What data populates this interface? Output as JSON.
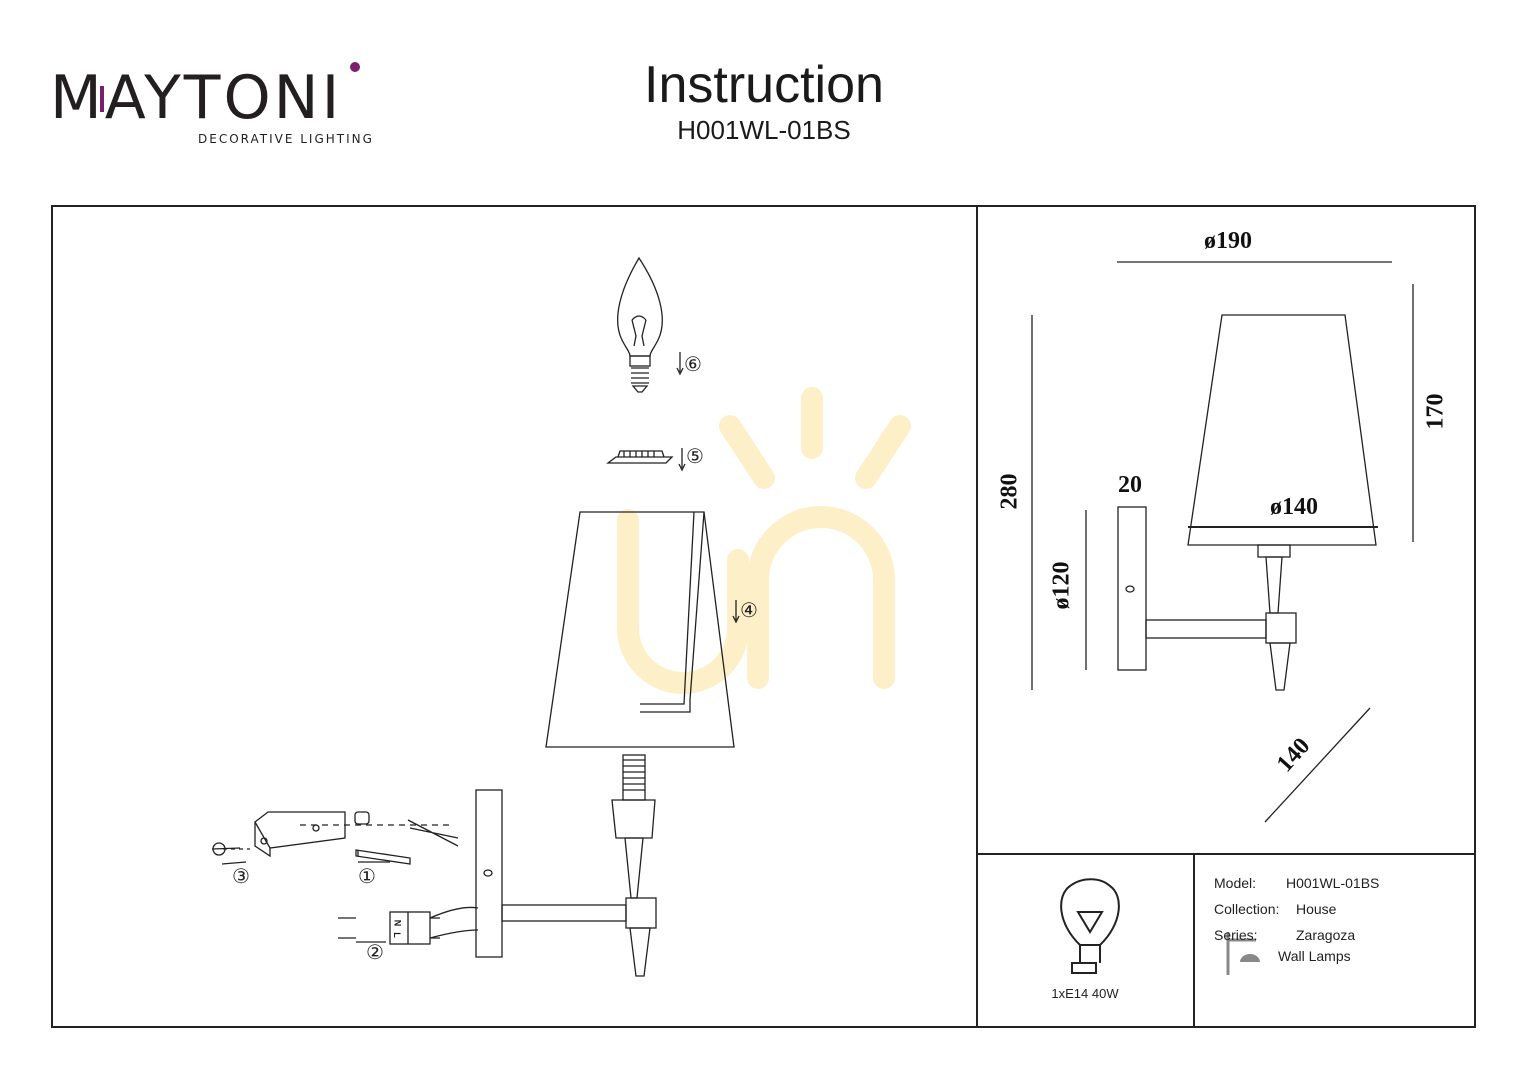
{
  "header": {
    "brand": "MAYTONI",
    "brand_tagline": "DECORATIVE LIGHTING",
    "title": "Instruction",
    "model_code": "H001WL-01BS"
  },
  "assembly": {
    "callouts": [
      "①",
      "②",
      "③",
      "④",
      "⑤",
      "⑥"
    ],
    "wire_labels": [
      "N",
      "L"
    ]
  },
  "dimensions": {
    "top_diameter": "ø190",
    "height_total": "280",
    "shade_height": "170",
    "plate_depth": "20",
    "bottom_diameter": "ø140",
    "plate_diameter": "ø120",
    "projection": "140"
  },
  "bulb": {
    "label": "1xE14 40W"
  },
  "specs": {
    "model_key": "Model:",
    "model_val": "H001WL-01BS",
    "collection_key": "Collection:",
    "collection_val": "House",
    "series_key": "Series:",
    "series_val": "Zaragoza",
    "type_val": "Wall Lamps"
  },
  "colors": {
    "brand_accent": "#7a1e6e",
    "watermark": "#fdf0c8",
    "line": "#222222"
  }
}
